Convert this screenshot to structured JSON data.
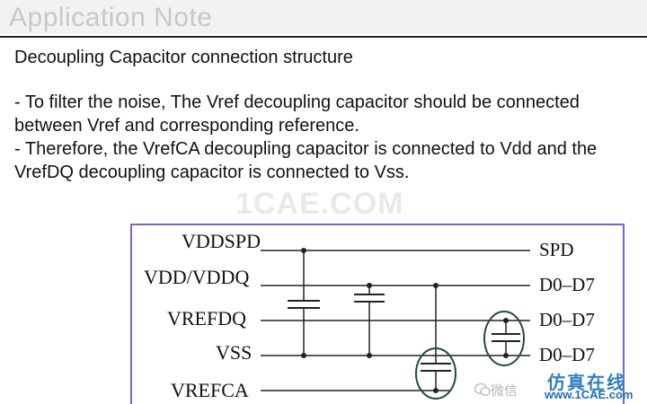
{
  "header": {
    "app_title": "Application Note"
  },
  "slide": {
    "title": "Decoupling Capacitor connection structure",
    "bullet1_line1": "- To filter the noise, The Vref decoupling capacitor should be connected",
    "bullet1_line2": "between Vref and corresponding reference.",
    "bullet2_line1": "- Therefore, the VrefCA decoupling capacitor is connected to Vdd and the",
    "bullet2_line2": "VrefDQ decoupling capacitor is connected to Vss."
  },
  "diagram": {
    "left_labels": {
      "vddspd": "VDDSPD",
      "vdd_vddq": "VDD/VDDQ",
      "vrefdq": "VREFDQ",
      "vss": "VSS",
      "vrefca": "VREFCA"
    },
    "right_labels": {
      "spd": "SPD",
      "d0d7_a": "D0–D7",
      "d0d7_b": "D0–D7",
      "d0d7_c": "D0–D7"
    }
  },
  "watermarks": {
    "center": "1CAE.COM",
    "wechat": "微信",
    "corner_cn": "仿真在线",
    "corner_url": "www.1CAE.com"
  },
  "colors": {
    "accent_blue": "#2f7fc1",
    "highlight_circle": "#1f4f2a",
    "diagram_border": "#6a6ad8"
  }
}
